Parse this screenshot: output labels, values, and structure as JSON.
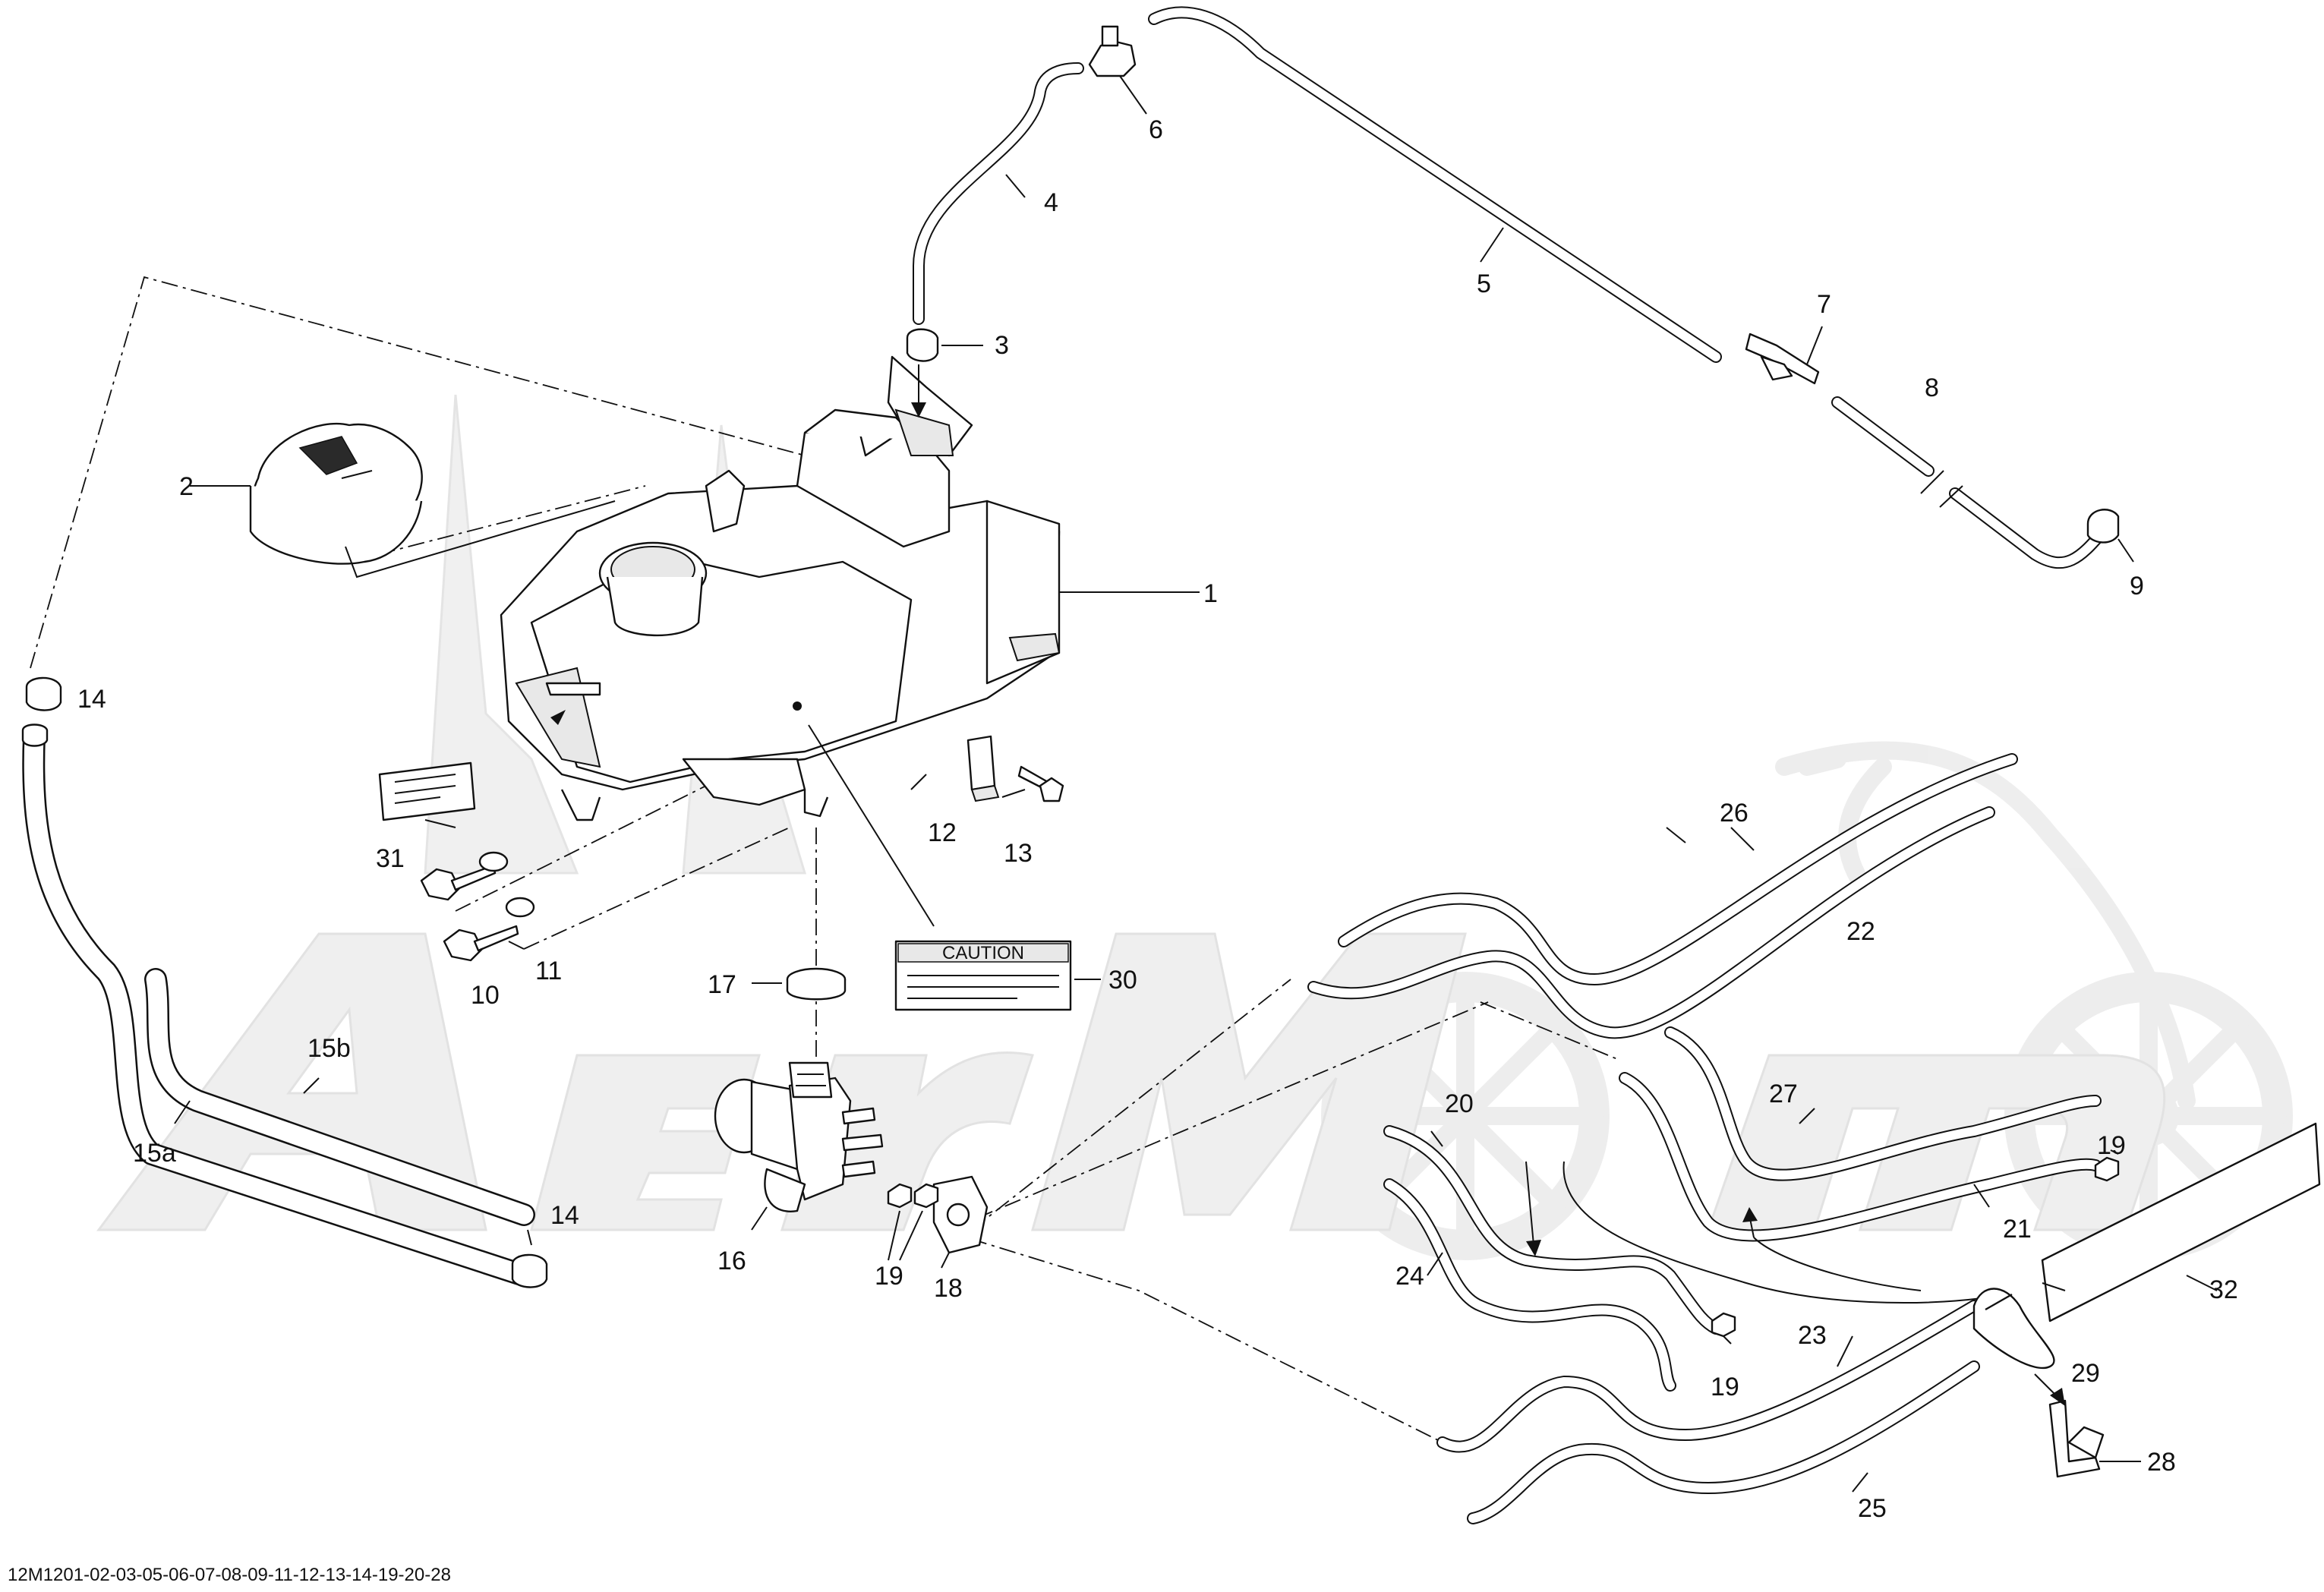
{
  "diagram": {
    "drawing_code": "12M1201-02-03-05-06-07-08-09-11-12-13-14-19-20-28",
    "watermark": "AeriMoto",
    "callouts": {
      "c1": "1",
      "c2": "2",
      "c3": "3",
      "c4": "4",
      "c5": "5",
      "c6": "6",
      "c7": "7",
      "c8": "8",
      "c9": "9",
      "c10": "10",
      "c11": "11",
      "c12": "12",
      "c13": "13",
      "c14a": "14",
      "c14b": "14",
      "c15a": "15a",
      "c15b": "15b",
      "c16": "16",
      "c17": "17",
      "c18": "18",
      "c19a": "19",
      "c19b": "19",
      "c19c": "19",
      "c20": "20",
      "c21": "21",
      "c22": "22",
      "c23": "23",
      "c24": "24",
      "c25": "25",
      "c26": "26",
      "c27": "27",
      "c28": "28",
      "c29": "29",
      "c30": "30",
      "c31": "31",
      "c32": "32"
    },
    "caution_label_text": "CAUTION"
  }
}
